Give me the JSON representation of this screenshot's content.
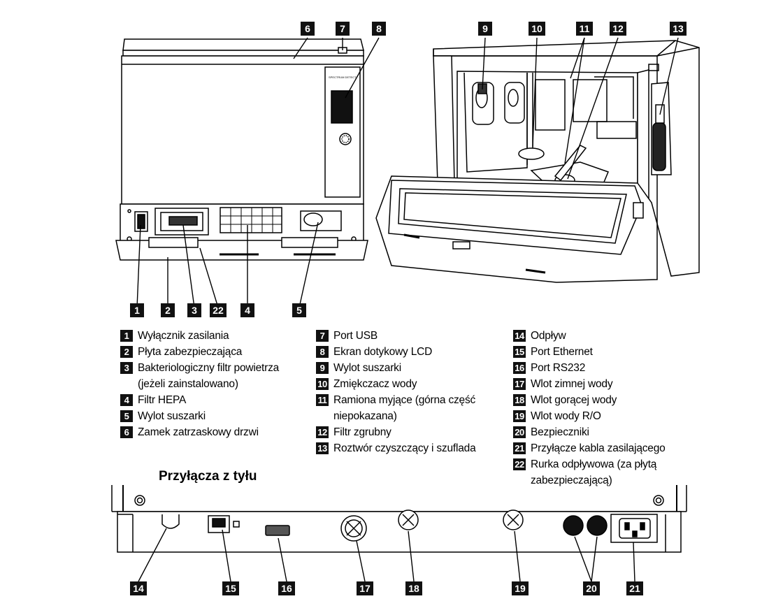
{
  "figure": {
    "rear_section_title": "Przyłącza z tyłu"
  },
  "callouts": {
    "front_bottom": [
      "1",
      "2",
      "3",
      "22",
      "4",
      "5"
    ],
    "front_top": [
      "6",
      "7",
      "8"
    ],
    "interior_top": [
      "9",
      "10",
      "11",
      "12",
      "13"
    ],
    "rear": [
      "14",
      "15",
      "16",
      "17",
      "18",
      "19",
      "20",
      "21"
    ]
  },
  "legend": {
    "col1": [
      {
        "num": "1",
        "label": "Wyłącznik zasilania"
      },
      {
        "num": "2",
        "label": "Płyta zabezpieczająca"
      },
      {
        "num": "3",
        "label": "Bakteriologiczny filtr powietrza (jeżeli zainstalowano)"
      },
      {
        "num": "4",
        "label": "Filtr HEPA"
      },
      {
        "num": "5",
        "label": "Wylot suszarki"
      },
      {
        "num": "6",
        "label": "Zamek zatrzaskowy drzwi"
      }
    ],
    "col2": [
      {
        "num": "7",
        "label": "Port USB"
      },
      {
        "num": "8",
        "label": "Ekran dotykowy LCD"
      },
      {
        "num": "9",
        "label": "Wylot suszarki"
      },
      {
        "num": "10",
        "label": "Zmiękczacz wody"
      },
      {
        "num": "11",
        "label": "Ramiona myjące (górna część niepokazana)"
      },
      {
        "num": "12",
        "label": "Filtr zgrubny"
      },
      {
        "num": "13",
        "label": "Roztwór czyszczący i szuflada"
      }
    ],
    "col3": [
      {
        "num": "14",
        "label": "Odpływ"
      },
      {
        "num": "15",
        "label": "Port Ethernet"
      },
      {
        "num": "16",
        "label": "Port RS232"
      },
      {
        "num": "17",
        "label": "Wlot zimnej wody"
      },
      {
        "num": "18",
        "label": "Wlot gorącej wody"
      },
      {
        "num": "19",
        "label": "Wlot wody R/O"
      },
      {
        "num": "20",
        "label": "Bezpieczniki"
      },
      {
        "num": "21",
        "label": "Przyłącze kabla zasilającego"
      },
      {
        "num": "22",
        "label": "Rurka odpływowa (za płytą zabezpieczającą)"
      }
    ]
  },
  "icons": {
    "front_unit": "front-view-unit",
    "open_unit": "open-door-unit",
    "rear_panel": "rear-panel"
  }
}
